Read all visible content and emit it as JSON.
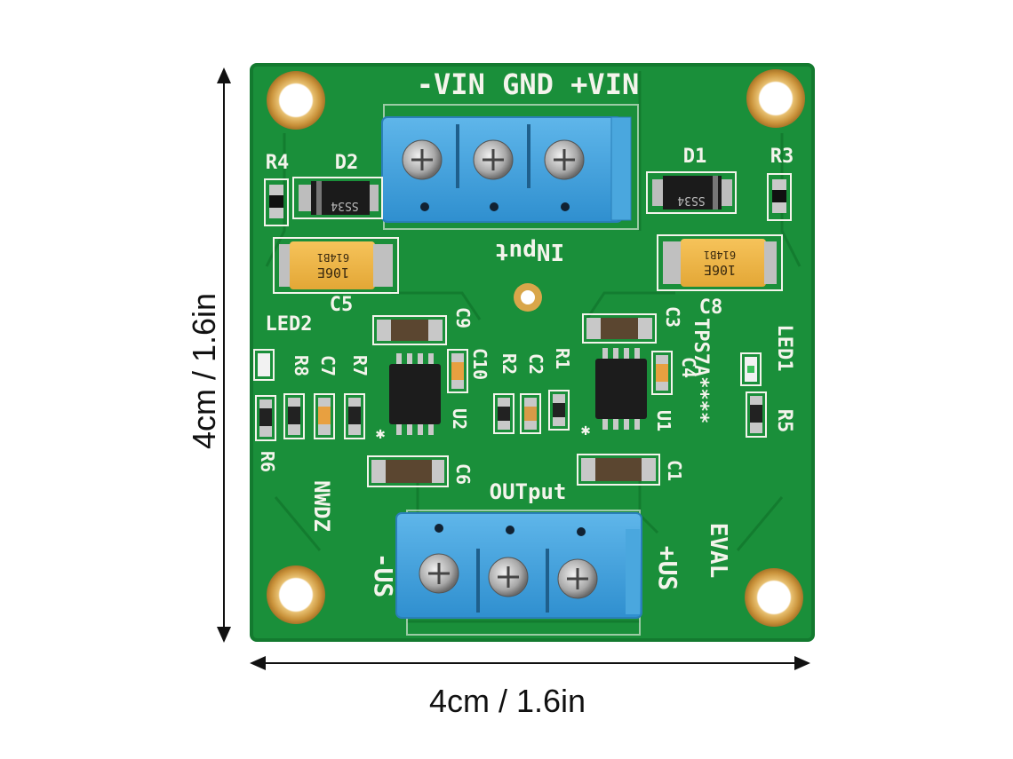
{
  "dimensions": {
    "width_label": "4cm / 1.6in",
    "height_label": "4cm / 1.6in"
  },
  "board": {
    "colors": {
      "pcb": "#1a8f3a",
      "pcb_dark": "#137a2f",
      "terminal": "#3ea0dc",
      "gold": "#d9a64a",
      "silkscreen": "#f4f4ec"
    },
    "input_header": "-VIN GND +VIN",
    "input_label": "INput",
    "output_label": "OUTput",
    "output_left": "-US",
    "output_right": "+US",
    "brand": "NWDZ",
    "chip_label": "TPS7A****",
    "eval_label": "EVAL",
    "components": {
      "r4": "R4",
      "r3": "R3",
      "d2": "D2",
      "d1": "D1",
      "c5": "C5",
      "c8": "C8",
      "c9": "C9",
      "c3": "C3",
      "c10": "C10",
      "c4": "C4",
      "c7": "C7",
      "c2": "C2",
      "c1": "C1",
      "c6": "C6",
      "r8": "R8",
      "r7": "R7",
      "r2": "R2",
      "r1": "R1",
      "r6": "R6",
      "r5": "R5",
      "u1": "U1",
      "u2": "U2",
      "led1": "LED1",
      "led2": "LED2"
    },
    "diode_marking": "SS34",
    "cap_marking_top": "614B1",
    "cap_marking_bottom": "106E"
  }
}
